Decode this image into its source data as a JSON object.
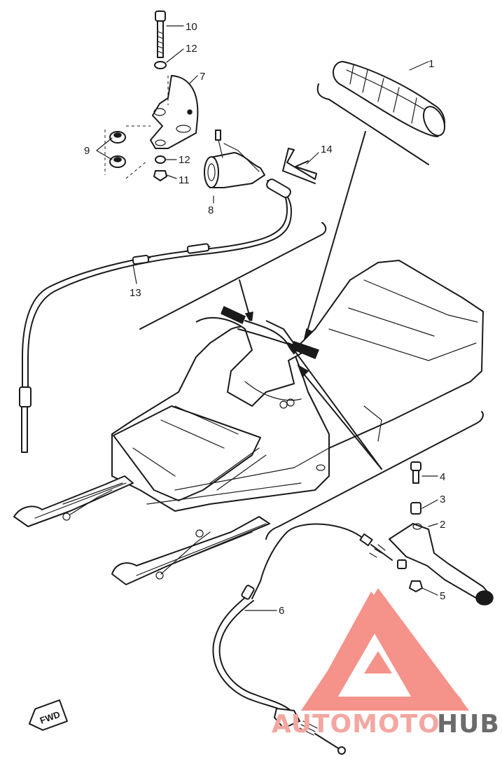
{
  "parts": [
    {
      "id": "p1",
      "number": "1"
    },
    {
      "id": "p2",
      "number": "2"
    },
    {
      "id": "p3",
      "number": "3"
    },
    {
      "id": "p4",
      "number": "4"
    },
    {
      "id": "p5",
      "number": "5"
    },
    {
      "id": "p6",
      "number": "6"
    },
    {
      "id": "p7",
      "number": "7"
    },
    {
      "id": "p8",
      "number": "8"
    },
    {
      "id": "p9",
      "number": "9"
    },
    {
      "id": "p10",
      "number": "10"
    },
    {
      "id": "p11",
      "number": "11"
    },
    {
      "id": "p12a",
      "number": "12"
    },
    {
      "id": "p12b",
      "number": "12"
    },
    {
      "id": "p13",
      "number": "13"
    },
    {
      "id": "p14",
      "number": "14"
    }
  ],
  "direction_marker": "FWD",
  "watermark": {
    "part1": "AUTOMOTO",
    "part2": "HUB",
    "logo_color": "#f4877d",
    "hub_color": "#6b6b6b"
  }
}
